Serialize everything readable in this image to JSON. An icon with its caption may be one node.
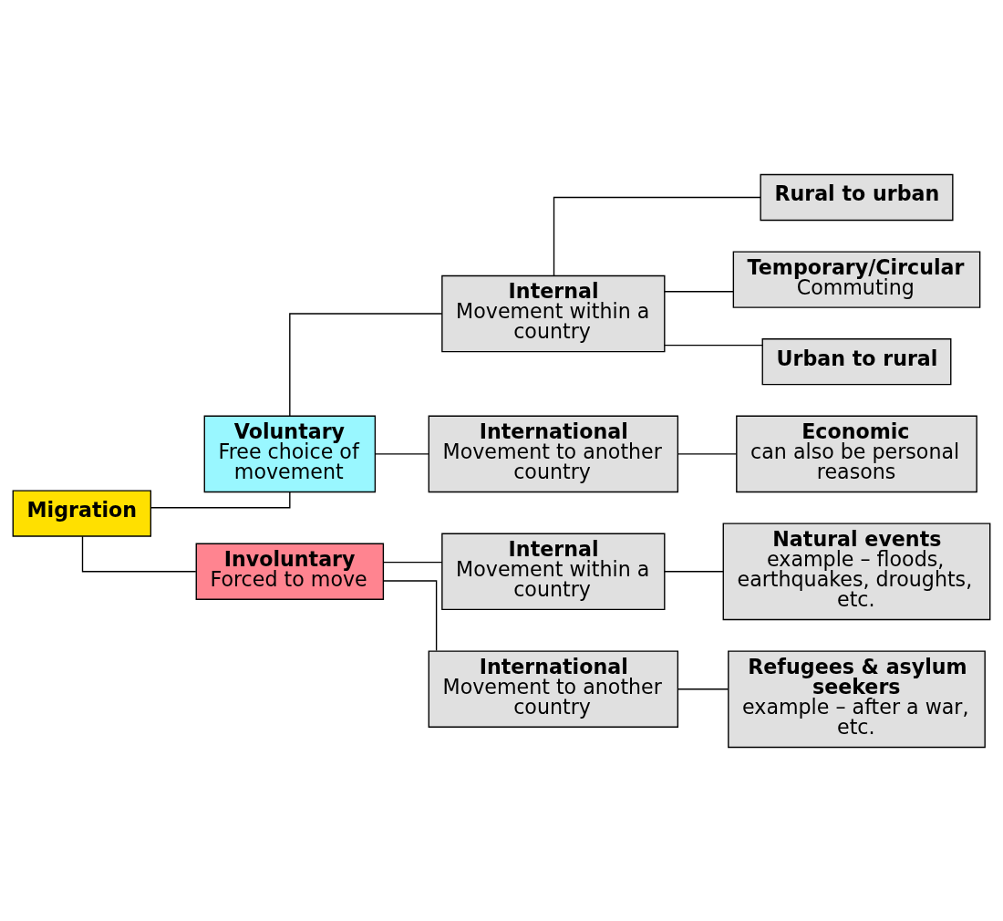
{
  "diagram": {
    "nodes": [
      {
        "text": [
          "Migration"
        ]
      },
      {
        "text": [
          "Voluntary",
          "Free choice of movement"
        ]
      },
      {
        "text": [
          "Involuntary",
          "Forced to move"
        ]
      },
      {
        "text": [
          "Internal",
          "Movement within a country"
        ]
      },
      {
        "text": [
          "International",
          "Movement to another country"
        ]
      },
      {
        "text": [
          "Rural to urban"
        ]
      },
      {
        "text": [
          "Temporary/Circular",
          "Commuting"
        ]
      },
      {
        "text": [
          "Urban to rural"
        ]
      },
      {
        "text": [
          "Economic",
          "can also be personal reasons"
        ]
      },
      {
        "text": [
          "Internal",
          "Movement within a country"
        ]
      },
      {
        "text": [
          "International",
          "Movement to another country"
        ]
      },
      {
        "text": [
          "Natural events",
          "example – floods, earthquakes, droughts, etc."
        ]
      },
      {
        "text": [
          "Refugees & asylum seekers",
          "example – after a war, etc."
        ]
      }
    ],
    "edges": [
      {
        "from": 0,
        "to": 1,
        "arrow": "none"
      },
      {
        "from": 0,
        "to": 2,
        "arrow": "none"
      },
      {
        "from": 1,
        "to": 3,
        "arrow": "none"
      },
      {
        "from": 1,
        "to": 4,
        "arrow": "none"
      },
      {
        "from": 3,
        "to": 5,
        "arrow": "none"
      },
      {
        "from": 3,
        "to": 6,
        "arrow": "none"
      },
      {
        "from": 3,
        "to": 7,
        "arrow": "none"
      },
      {
        "from": 4,
        "to": 8,
        "arrow": "none"
      },
      {
        "from": 2,
        "to": 9,
        "arrow": "none"
      },
      {
        "from": 2,
        "to": 10,
        "arrow": "none"
      },
      {
        "from": 9,
        "to": 11,
        "arrow": "none"
      },
      {
        "from": 10,
        "to": 12,
        "arrow": "none"
      }
    ]
  }
}
